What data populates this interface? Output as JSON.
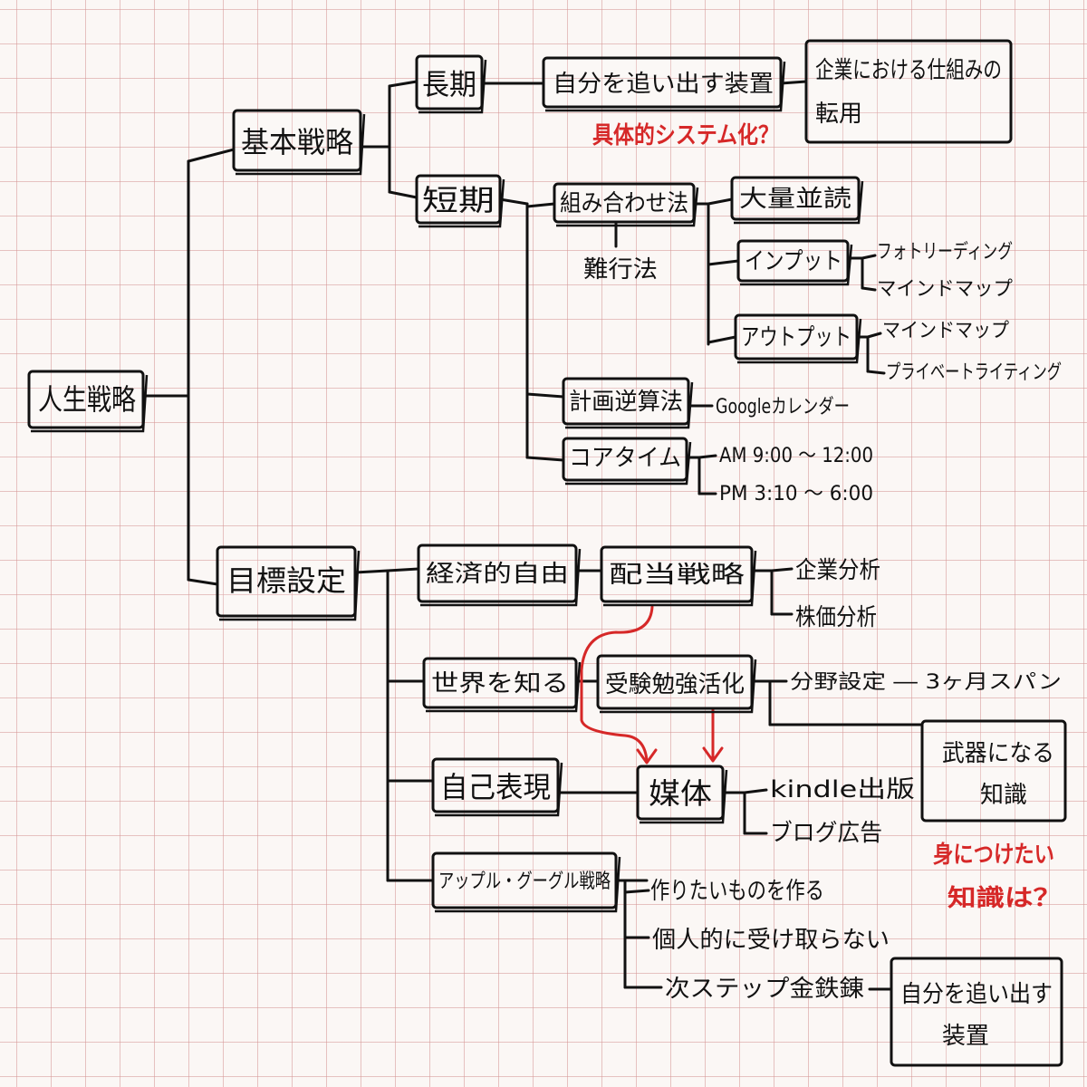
{
  "nodes": {
    "root": "人生戦略",
    "basic_strategy": "基本戦略",
    "long_term": "長期",
    "self_device": "自分を追い出す装置",
    "corp_mechanism": "企業における仕組みの転用",
    "short_term": "短期",
    "combination_method": "組み合わせ法",
    "difficult_method": "難行法",
    "parallel_reading": "大量並読",
    "input": "インプット",
    "photoreading": "フォトリーディング",
    "mindmap_1": "マインドマップ",
    "output": "アウトプット",
    "mindmap_2": "マインドマップ",
    "private_writing": "プライベートライティング",
    "plan_method": "計画逆算法",
    "google_calendar": "Googleカレンダー",
    "core_time": "コアタイム",
    "am_time": "AM 9:00 〜 12:00",
    "pm_time": "PM 3:10 〜 6:00",
    "goal_setting": "目標設定",
    "economic_freedom": "経済的自由",
    "dividend_strategy": "配当戦略",
    "company_analysis": "企業分析",
    "stock_price_analysis": "株価分析",
    "know_world": "世界を知る",
    "exam_activity": "受験勉強活化",
    "field_setting": "分野設定 ― 3ヶ月スパン",
    "weapon_knowledge": "武器になる知識",
    "self_expression": "自己表現",
    "media": "媒体",
    "kindle_publishing": "kindle出版",
    "blog_ads": "ブログ広告",
    "apple_google": "アップル・グーグル戦略",
    "make_wanted": "作りたいものを作る",
    "personal_accept": "個人的に受け取らない",
    "next_step": "次ステップ金鉄錬",
    "self_device_2": "自分を追い出す装置"
  },
  "annotations": {
    "systematize_q": "具体的システム化？",
    "knowledge_q": "身につけたい知識は？"
  },
  "colors": {
    "ink": "#111111",
    "red_ink": "#d62828",
    "grid": "#d69696",
    "paper": "#fbf7f5"
  }
}
